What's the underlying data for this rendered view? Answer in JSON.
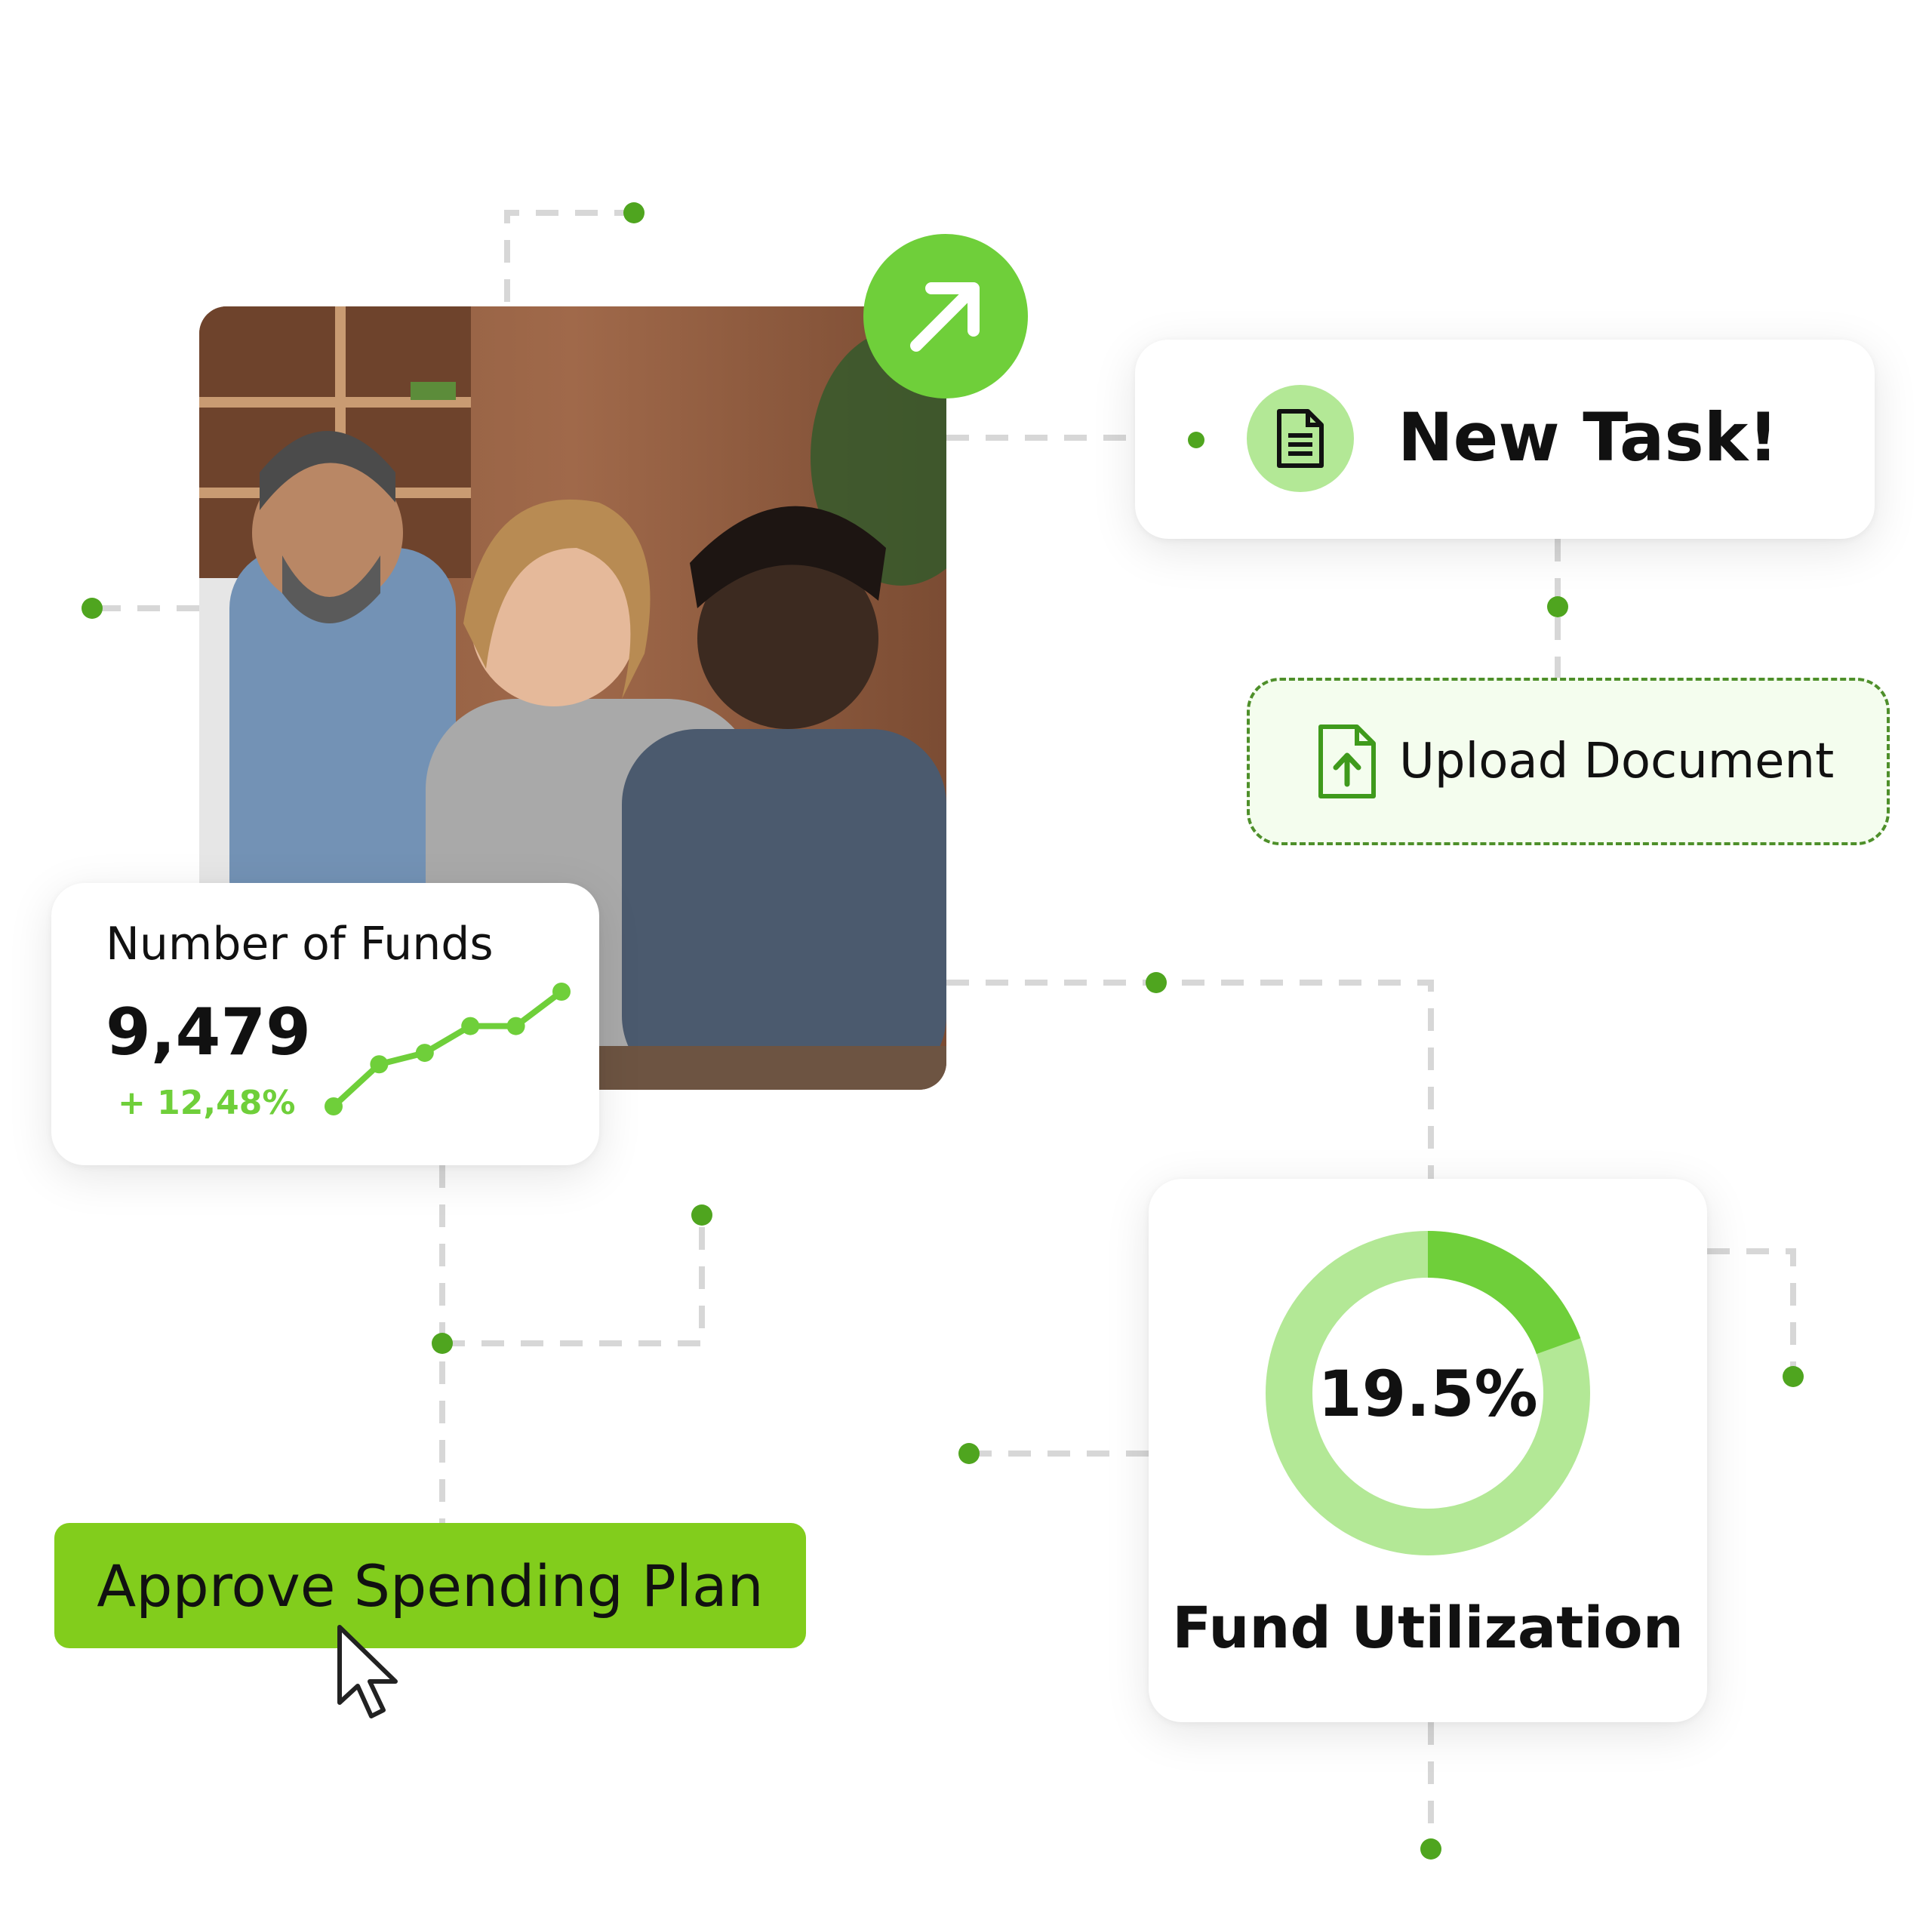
{
  "colors": {
    "accent": "#6fcf3a",
    "accent_dark": "#4fa51f",
    "accent_light": "#b3e896",
    "approve_bg": "#82cd1c",
    "upload_bg": "#f4fdee",
    "connector": "#d7d7d7"
  },
  "new_task": {
    "title": "New Task!",
    "icon": "document-icon"
  },
  "upload_document": {
    "label": "Upload Document",
    "icon": "file-upload-icon"
  },
  "number_of_funds": {
    "title": "Number of Funds",
    "value": "9,479",
    "change": "+ 12,48%",
    "trend": [
      1,
      3.2,
      3.8,
      5.2,
      5.2,
      7
    ]
  },
  "approve_button": {
    "label": "Approve Spending Plan"
  },
  "fund_utilization": {
    "label": "Fund Utilization",
    "percent_label": "19.5%",
    "percent": 19.5
  },
  "photo": {
    "description_icon": "team-photo",
    "badge_icon": "arrow-up-right-icon"
  }
}
